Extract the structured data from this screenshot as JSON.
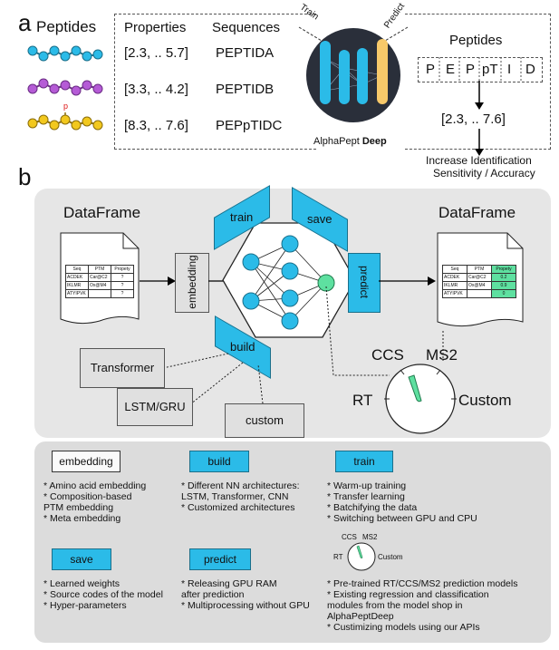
{
  "panel_a": {
    "letter": "a",
    "peptides_heading": "Peptides",
    "properties_heading": "Properties",
    "sequences_heading": "Sequences",
    "rows": [
      {
        "property": "[2.3, .. 5.7]",
        "sequence": "PEPTIDA",
        "color": "#2bbbe8"
      },
      {
        "property": "[3.3, .. 4.2]",
        "sequence": "PEPTIDB",
        "color": "#b55bd6"
      },
      {
        "property": "[8.3, .. 7.6]",
        "sequence": "PEPpTIDC",
        "color": "#f2c81e"
      }
    ],
    "phospho_label": "p",
    "train_label": "Train",
    "predict_label": "Predict",
    "model_name": "AlphaPept",
    "model_name_bold": "Deep",
    "right_heading": "Peptides",
    "residues": [
      "P",
      "E",
      "P",
      "pT",
      "I",
      "D"
    ],
    "predicted_value": "[2.3, .. 7.6]",
    "outcome_line1": "Increase Identification",
    "outcome_line2": "Sensitivity / Accuracy"
  },
  "panel_b": {
    "letter": "b",
    "left_df_title": "DataFrame",
    "right_df_title": "DataFrame",
    "table_headers": [
      "Seq",
      "PTM",
      "Propety"
    ],
    "table_rows": [
      {
        "seq": "ACDEK",
        "ptm": "Car@C2",
        "prop": "?",
        "pred": "0.2"
      },
      {
        "seq": "IKLMR",
        "ptm": "Ox@M4",
        "prop": "?",
        "pred": "0.9"
      },
      {
        "seq": "ATYIPVK",
        "ptm": "",
        "prop": "?",
        "pred": "0"
      }
    ],
    "embedding_label": "embedding",
    "train_label": "train",
    "save_label": "save",
    "predict_label": "predict",
    "build_label": "build",
    "architectures": [
      "Transformer",
      "LSTM/GRU",
      "custom"
    ],
    "dial_labels": {
      "ccs": "CCS",
      "ms2": "MS2",
      "rt": "RT",
      "custom": "Custom"
    },
    "accent_color": "#2bbbe8",
    "output_highlight_color": "#5ee0a0",
    "legend": {
      "embedding": {
        "label": "embedding",
        "items": [
          "* Amino acid embedding",
          "* Composition-based",
          "   PTM embedding",
          "* Meta embedding"
        ]
      },
      "build": {
        "label": "build",
        "items": [
          "* Different NN architectures:",
          "   LSTM, Transformer, CNN",
          "* Customized architectures"
        ]
      },
      "train": {
        "label": "train",
        "items": [
          "* Warm-up training",
          "* Transfer learning",
          "* Batchifying the data",
          "* Switching between GPU and CPU"
        ]
      },
      "save": {
        "label": "save",
        "items": [
          "* Learned weights",
          "* Source codes of the model",
          "* Hyper-parameters"
        ]
      },
      "predict": {
        "label": "predict",
        "items": [
          "* Releasing GPU RAM",
          "   after prediction",
          "* Multiprocessing without GPU"
        ]
      },
      "models": {
        "dial": {
          "ccs": "CCS",
          "ms2": "MS2",
          "rt": "RT",
          "custom": "Custom"
        },
        "items": [
          "* Pre-trained RT/CCS/MS2 prediction models",
          "* Existing regression and classification",
          "   modules from the model shop in",
          "   AlphaPeptDeep",
          "* Custimizing models using our APIs"
        ]
      }
    }
  }
}
